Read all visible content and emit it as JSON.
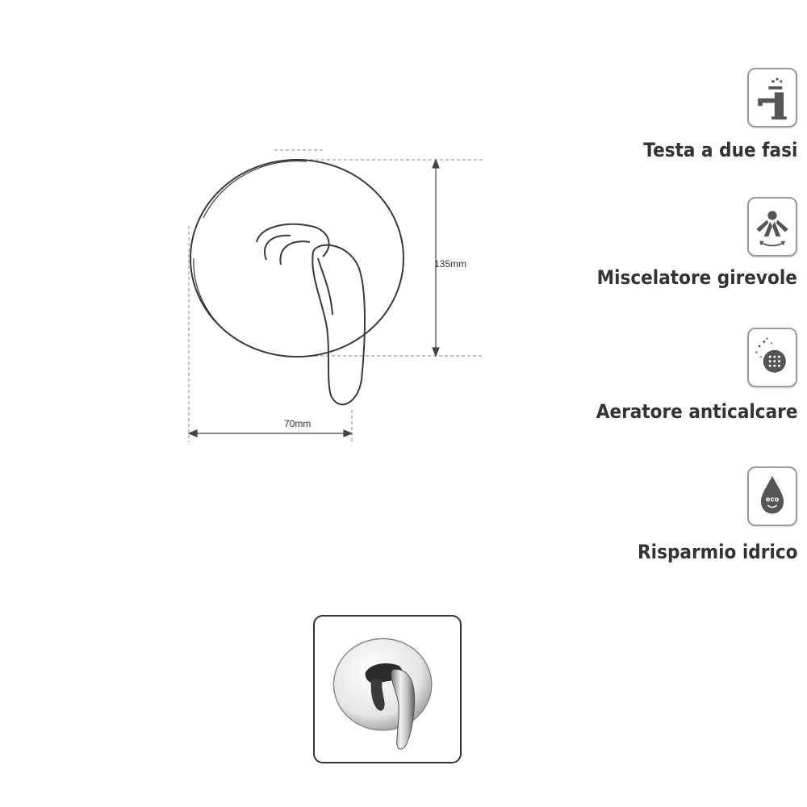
{
  "drawing": {
    "height_dimension": "135mm",
    "width_dimension": "70mm"
  },
  "features": [
    {
      "icon": "faucet-spray-icon",
      "label": "Testa a due fasi"
    },
    {
      "icon": "swivel-spray-icon",
      "label": "Miscelatore girevole"
    },
    {
      "icon": "aerator-icon",
      "label": "Aeratore anticalcare"
    },
    {
      "icon": "eco-drop-icon",
      "label": "Risparmio idrico"
    }
  ],
  "thumbnail": {
    "icon": "mixer-photo-icon"
  },
  "colors": {
    "line": "#3a3a3a",
    "dash": "#8a8a8a",
    "icon_border": "#9a9a9a",
    "icon_fill": "#555555"
  }
}
